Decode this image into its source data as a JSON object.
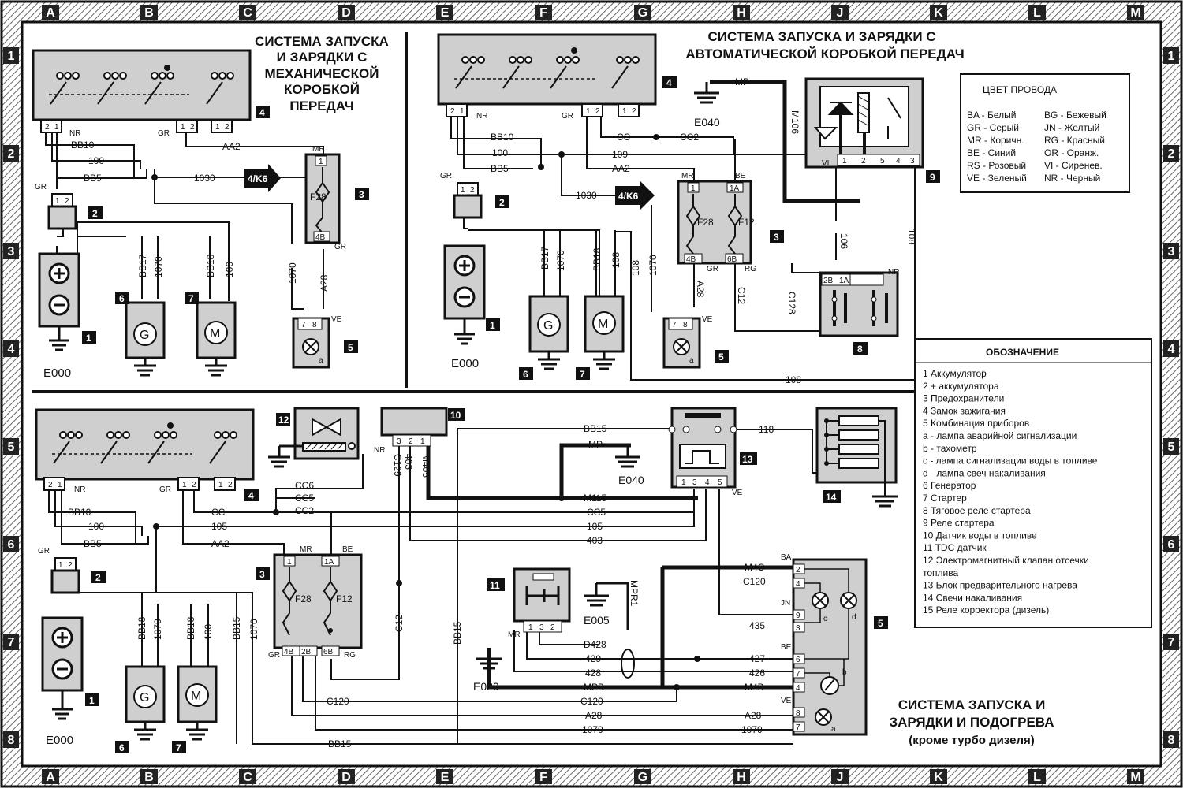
{
  "frame": {
    "columns": [
      "A",
      "B",
      "C",
      "D",
      "E",
      "F",
      "G",
      "H",
      "J",
      "K",
      "L",
      "M"
    ],
    "rows": [
      "1",
      "2",
      "3",
      "4",
      "5",
      "6",
      "7",
      "8"
    ],
    "border_color": "#1a1a1a",
    "hatch_color": "#555555"
  },
  "diagrams": {
    "manual": {
      "title_lines": [
        "СИСТЕМА ЗАПУСКА",
        "И ЗАРЯДКИ С",
        "МЕХАНИЧЕСКОЙ",
        "КОРОБКОЙ",
        "ПЕРЕДАЧ"
      ],
      "wires": [
        "BB10",
        "100",
        "BB5",
        "1030",
        "AA2",
        "1070",
        "A28",
        "BB17",
        "1070",
        "BB18",
        "100"
      ],
      "pins": [
        "2",
        "1",
        "NR",
        "GR",
        "1",
        "2",
        "1",
        "2",
        "MR",
        "1",
        "4B",
        "GR",
        "7",
        "8",
        "VE",
        "a",
        "GR",
        "1",
        "2"
      ],
      "labels": {
        "fuse": "F28",
        "ground": "E000",
        "ref": "4/K6",
        "gen": "G",
        "motor": "M"
      }
    },
    "automatic": {
      "title_lines": [
        "СИСТЕМА ЗАПУСКА И ЗАРЯДКИ С",
        "АВТОМАТИЧЕСКОЙ КОРОБКОЙ  ПЕРЕДАЧ"
      ],
      "wires": [
        "BB10",
        "100",
        "BB5",
        "CC",
        "CC2",
        "109",
        "AA2",
        "1030",
        "MP",
        "M106",
        "106",
        "108",
        "BB17",
        "1070",
        "BB18",
        "108",
        "108",
        "1070",
        "A28",
        "C12",
        "C128",
        "108"
      ],
      "pins": [
        "2",
        "1",
        "NR",
        "GR",
        "1",
        "2",
        "1",
        "2",
        "MR",
        "BE",
        "1",
        "1A",
        "4B",
        "GR",
        "6B",
        "RG",
        "VI",
        "1",
        "2",
        "5",
        "4",
        "3",
        "2B",
        "1A",
        "NR",
        "7",
        "8",
        "VE",
        "a",
        "GR",
        "1",
        "2"
      ],
      "labels": {
        "fuse1": "F28",
        "fuse2": "F12",
        "ground1": "E040",
        "ground2": "E000",
        "ref": "4/K6",
        "gen": "G",
        "motor": "M"
      }
    },
    "diesel": {
      "title_lines": [
        "СИСТЕМА ЗАПУСКА И",
        "ЗАРЯДКИ И ПОДОГРЕВА",
        "(кроме турбо дизеля)"
      ],
      "wires": [
        "BB10",
        "100",
        "BB5",
        "CC",
        "CC6",
        "CC5",
        "CC2",
        "105",
        "AA2",
        "BB15",
        "MP",
        "M115",
        "CC5",
        "105",
        "403",
        "118",
        "NR",
        "C129",
        "403",
        "M405",
        "M4C",
        "C120",
        "435",
        "D428",
        "429",
        "428",
        "MPB",
        "427",
        "426",
        "M4B",
        "C120",
        "A28",
        "1070",
        "BB15",
        "A28",
        "1070",
        "C120",
        "MPR1",
        "BB18",
        "1070",
        "BB18",
        "100",
        "BB15",
        "1070",
        "C12",
        "BB15"
      ],
      "pins": [
        "2",
        "1",
        "NR",
        "GR",
        "1",
        "2",
        "1",
        "2",
        "3",
        "2",
        "1",
        "MR",
        "BE",
        "1",
        "1A",
        "4B",
        "2B",
        "6B",
        "GR",
        "RG",
        "1",
        "3",
        "4",
        "5",
        "VE",
        "MR",
        "1",
        "3",
        "2",
        "BA",
        "2",
        "4",
        "JN",
        "9",
        "3",
        "BE",
        "6",
        "7",
        "4",
        "VE",
        "8",
        "7",
        "b",
        "c",
        "d",
        "a",
        "GR",
        "1",
        "2"
      ],
      "labels": {
        "fuse1": "F28",
        "fuse2": "F12",
        "ground1": "E040",
        "ground2": "E005",
        "ground3": "E020",
        "ground4": "E000",
        "gen": "G",
        "motor": "M"
      }
    }
  },
  "wire_colors": {
    "title": "ЦВЕТ ПРОВОДА",
    "left": [
      "BA - Белый",
      "GR - Серый",
      "MR - Коричн.",
      "BE - Синий",
      "RS - Розовый",
      "VE - Зеленый"
    ],
    "right": [
      "BG - Бежевый",
      "JN - Желтый",
      "RG - Красный",
      "OR - Оранж.",
      "VI - Сиренев.",
      "NR - Черный"
    ]
  },
  "legend": {
    "title": "ОБОЗНАЧЕНИЕ",
    "items": [
      "1  Аккумулятор",
      "2  + аккумулятора",
      "3  Предохранители",
      "4  Замок зажигания",
      "5  Комбинация приборов",
      "    а - лампа аварийной сигнализации",
      "    b - тахометр",
      "    c - лампа сигнализации воды в топливе",
      "    d - лампа свеч накаливания",
      "6  Генератор",
      "7  Стартер",
      "8  Тяговое реле стартера",
      "9  Реле стартера",
      "10 Датчик воды в топливе",
      "11 TDC датчик",
      "12 Электромагнитный клапан отсечки",
      "     топлива",
      "13 Блок предварительного нагрева",
      "14 Свечи накаливания",
      "15 Реле корректора (дизель)"
    ]
  }
}
